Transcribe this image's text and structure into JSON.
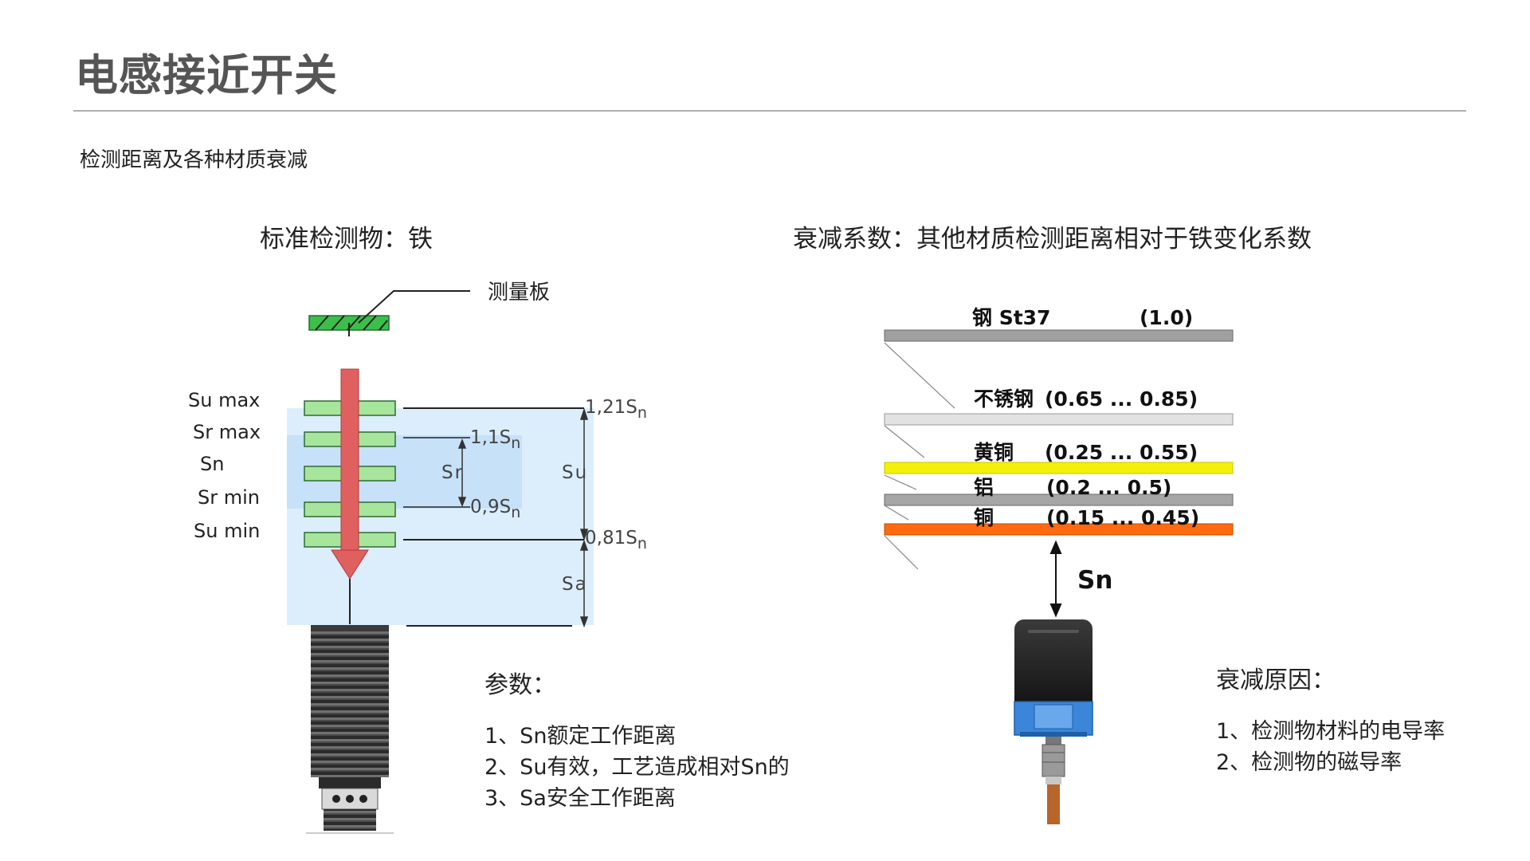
{
  "header": {
    "title": "电感接近开关",
    "subtitle": "检测距离及各种材质衰减"
  },
  "left": {
    "heading": "标准检测物：铁",
    "plate_label": "测量板",
    "levels": [
      "Su max",
      "Sr max",
      "Sn",
      "Sr min",
      "Su min"
    ],
    "marks": {
      "top": "1,21S",
      "sr_top": "1,1S",
      "sr_bot": "0,9S",
      "bot": "0,81S",
      "sub": "n"
    },
    "ranges": {
      "sr": "Sr",
      "su": "Su",
      "sa": "Sa"
    }
  },
  "right": {
    "heading": "衰减系数：其他材质检测距离相对于铁变化系数",
    "materials": [
      {
        "name": "钢 St37",
        "factor": "(1.0)",
        "color": "#a0a0a0"
      },
      {
        "name": "不锈钢",
        "factor": "(0.65 ... 0.85)",
        "color": "#e2e2e2"
      },
      {
        "name": "黄铜",
        "factor": "(0.25 ... 0.55)",
        "color": "#f5f00a"
      },
      {
        "name": "铝",
        "factor": "(0.2 ... 0.5)",
        "color": "#a6a6a6"
      },
      {
        "name": "铜",
        "factor": "(0.15 ... 0.45)",
        "color": "#ff6a10"
      }
    ],
    "sn_label": "Sn"
  },
  "params": {
    "title": "参数：",
    "items": [
      "1、Sn额定工作距离",
      "2、Su有效，工艺造成相对Sn的",
      "3、Sa安全工作距离"
    ]
  },
  "reasons": {
    "title": "衰减原因：",
    "items": [
      "1、检测物材料的电导率",
      "2、检测物的磁导率"
    ]
  },
  "colors": {
    "arrow": "#e06060",
    "plate": "#3bbf4a",
    "zone": "#dceefc",
    "sensor_blue": "#3b86d8"
  }
}
